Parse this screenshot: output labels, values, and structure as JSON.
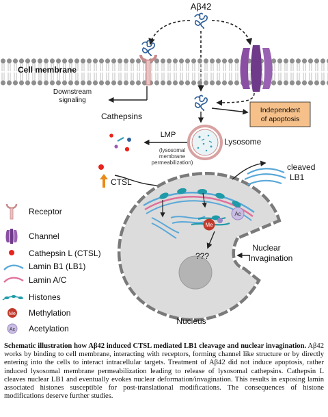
{
  "figure": {
    "abeta_label": "Aβ42",
    "cell_membrane_label": "Cell membrane",
    "downstream_label_line1": "Downstream",
    "downstream_label_line2": "signaling",
    "independent_line1": "Independent",
    "independent_line2": "of apoptosis",
    "cathepsins_label": "Cathepsins",
    "lmp_label": "LMP",
    "lmp_expansion_line1": "(lysosomal",
    "lmp_expansion_line2": "membrane",
    "lmp_expansion_line3": "permeabilization)",
    "lysosome_label": "Lysosome",
    "ctsl_label": "CTSL",
    "cleaved_line1": "cleaved",
    "cleaved_line2": "LB1",
    "me_badge": "Me",
    "ac_badge": "Ac",
    "unknown_label": "???",
    "nuclear_invagination_line1": "Nuclear",
    "nuclear_invagination_line2": "Invagination",
    "nucleus_label": "Nucleus"
  },
  "legend": {
    "receptor": "Receptor",
    "channel": "Channel",
    "cathepsin_l": "Cathepsin L (CTSL)",
    "lamin_b1": "Lamin B1 (LB1)",
    "lamin_ac": "Lamin A/C",
    "histones": "Histones",
    "methylation": "Methylation",
    "acetylation": "Acetylation",
    "me_badge": "Me",
    "ac_badge": "Ac"
  },
  "caption": {
    "title": "Schematic illustration how Aβ42 induced CTSL mediated LB1 cleavage and nuclear invagination.",
    "body": "Aβ42 works by binding to cell membrane, interacting with receptors, forming channel like structure or by directly entering into the cells to interact intracellular targets. Treatment of Aβ42 did not induce apoptosis, rather induced lysosomal membrane permeabilization leading to release of lysosomal cathepsins. Cathepsin L cleaves nuclear LB1 and eventually evokes nuclear deformation/invagination. This results in exposing lamin associated histones susceptible for post-translational modifications. The consequences of histone modifications deserve further studies."
  },
  "colors": {
    "membrane_head": "#8f8f8f",
    "protein": "#2f5f99",
    "channel": "#8a4fa3",
    "receptor": "#c98a8a",
    "apoptosis_box": "#f5c08a",
    "lamin_b1": "#5aa8d8",
    "lamin_ac": "#e0709a",
    "cathepsin": "#e8241c",
    "methyl": "#c0392b",
    "acetyl": "#9b86c4",
    "ctsl_arrow": "#e88a1a"
  }
}
